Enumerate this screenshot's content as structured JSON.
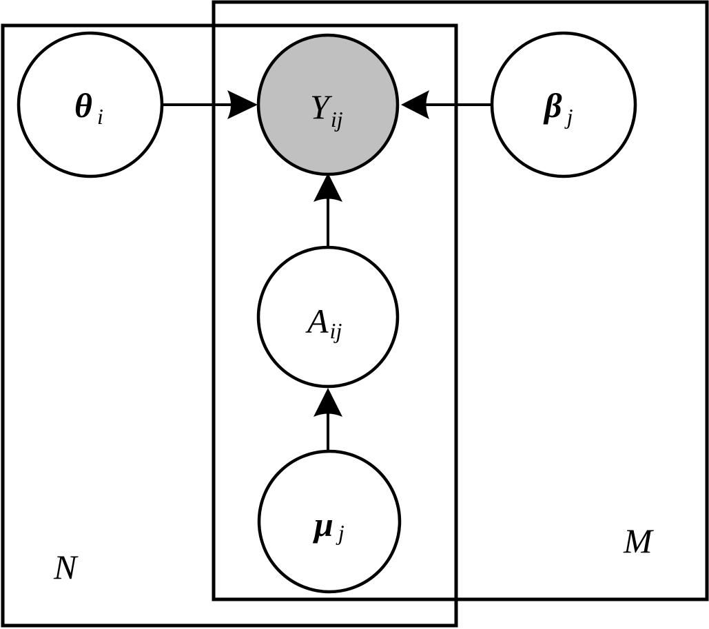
{
  "diagram": {
    "type": "plate-notation-graphical-model",
    "colors": {
      "observed_fill": "#c0c0c0",
      "latent_fill": "#ffffff",
      "stroke": "#000000"
    },
    "plates": [
      {
        "id": "N",
        "label": "N"
      },
      {
        "id": "M",
        "label": "M"
      }
    ],
    "nodes": [
      {
        "id": "theta",
        "symbol": "θ",
        "subscript": "i",
        "bold": true,
        "observed": false
      },
      {
        "id": "Y",
        "symbol": "Y",
        "subscript": "ij",
        "bold": false,
        "observed": true
      },
      {
        "id": "beta",
        "symbol": "β",
        "subscript": "j",
        "bold": true,
        "observed": false
      },
      {
        "id": "A",
        "symbol": "A",
        "subscript": "ij",
        "bold": false,
        "observed": false
      },
      {
        "id": "mu",
        "symbol": "μ",
        "subscript": "j",
        "bold": true,
        "observed": false
      }
    ],
    "edges": [
      {
        "from": "theta",
        "to": "Y"
      },
      {
        "from": "beta",
        "to": "Y"
      },
      {
        "from": "A",
        "to": "Y"
      },
      {
        "from": "mu",
        "to": "A"
      }
    ]
  }
}
